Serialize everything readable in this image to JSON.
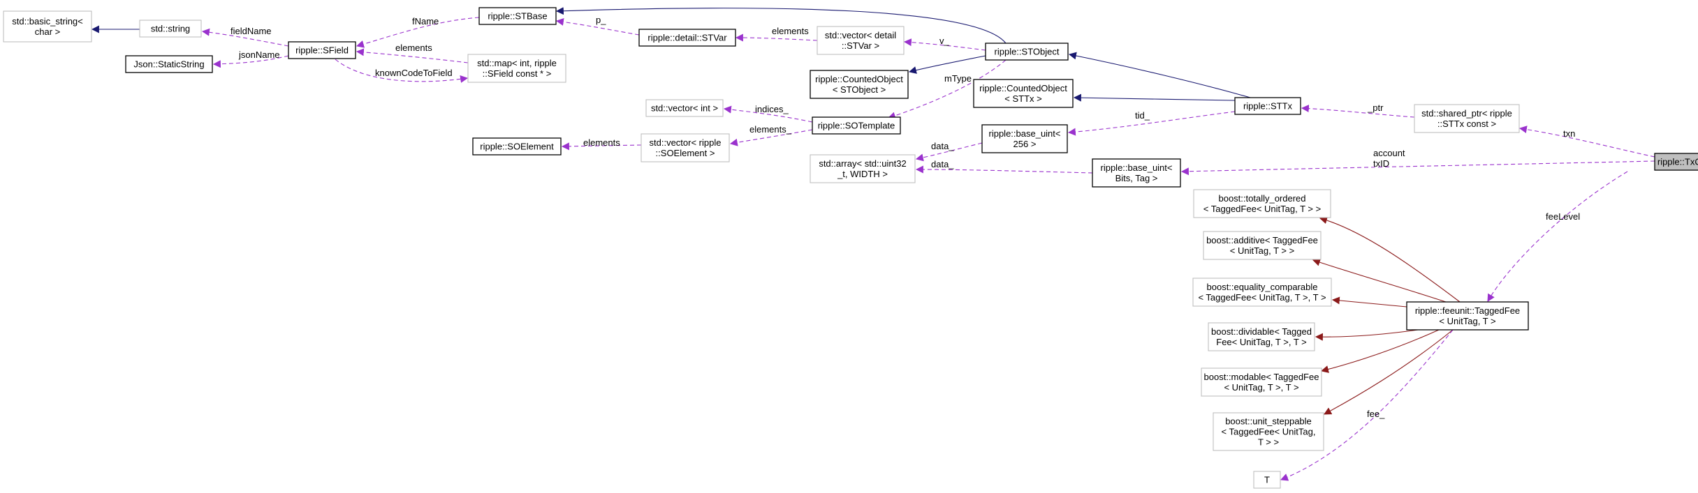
{
  "colors": {
    "inheritance": "#191970",
    "template_inheritance": "#8b1a1a",
    "usage": "#9a32cd",
    "focus_fill": "#bfbfbf",
    "gray_border": "#bfbfbf"
  },
  "nodes": [
    {
      "id": "basic_string",
      "style": "gray",
      "lines": [
        "std::basic_string<",
        "char >"
      ]
    },
    {
      "id": "std_string",
      "style": "gray",
      "lines": [
        "std::string"
      ]
    },
    {
      "id": "sfield",
      "style": "normal",
      "lines": [
        "ripple::SField"
      ]
    },
    {
      "id": "staticstring",
      "style": "normal",
      "lines": [
        "Json::StaticString"
      ]
    },
    {
      "id": "stbase",
      "style": "normal",
      "lines": [
        "ripple::STBase"
      ]
    },
    {
      "id": "stvar",
      "style": "normal",
      "lines": [
        "ripple::detail::STVar"
      ]
    },
    {
      "id": "vec_stvar",
      "style": "gray",
      "lines": [
        "std::vector< detail",
        "::STVar >"
      ]
    },
    {
      "id": "map_sfield",
      "style": "gray",
      "lines": [
        "std::map< int, ripple",
        "::SField const * >"
      ]
    },
    {
      "id": "stobject",
      "style": "normal",
      "lines": [
        "ripple::STObject"
      ]
    },
    {
      "id": "counted_stobject",
      "style": "normal",
      "lines": [
        "ripple::CountedObject",
        "< STObject >"
      ]
    },
    {
      "id": "counted_sttx",
      "style": "normal",
      "lines": [
        "ripple::CountedObject",
        "< STTx >"
      ]
    },
    {
      "id": "sttx",
      "style": "normal",
      "lines": [
        "ripple::STTx"
      ]
    },
    {
      "id": "shared_ptr",
      "style": "gray",
      "lines": [
        "std::shared_ptr< ripple",
        "::STTx const >"
      ]
    },
    {
      "id": "maybetx",
      "style": "focus",
      "lines": [
        "ripple::TxQ::MaybeTx"
      ]
    },
    {
      "id": "vec_int",
      "style": "gray",
      "lines": [
        "std::vector< int >"
      ]
    },
    {
      "id": "sotemplate",
      "style": "normal",
      "lines": [
        "ripple::SOTemplate"
      ]
    },
    {
      "id": "soelement",
      "style": "normal",
      "lines": [
        "ripple::SOElement"
      ]
    },
    {
      "id": "vec_soelement",
      "style": "gray",
      "lines": [
        "std::vector< ripple",
        "::SOElement >"
      ]
    },
    {
      "id": "base_uint256",
      "style": "normal",
      "lines": [
        "ripple::base_uint<",
        "256 >"
      ]
    },
    {
      "id": "std_array",
      "style": "gray",
      "lines": [
        "std::array< std::uint32",
        "_t, WIDTH >"
      ]
    },
    {
      "id": "base_uint_bits",
      "style": "normal",
      "lines": [
        "ripple::base_uint<",
        "Bits, Tag >"
      ]
    },
    {
      "id": "totally_ordered",
      "style": "gray",
      "lines": [
        "boost::totally_ordered",
        "< TaggedFee< UnitTag, T > >"
      ]
    },
    {
      "id": "additive",
      "style": "gray",
      "lines": [
        "boost::additive< TaggedFee",
        "< UnitTag, T > >"
      ]
    },
    {
      "id": "equality_comparable",
      "style": "gray",
      "lines": [
        "boost::equality_comparable",
        "< TaggedFee< UnitTag, T >, T >"
      ]
    },
    {
      "id": "dividable",
      "style": "gray",
      "lines": [
        "boost::dividable< Tagged",
        "Fee< UnitTag, T >, T >"
      ]
    },
    {
      "id": "modable",
      "style": "gray",
      "lines": [
        "boost::modable< TaggedFee",
        "< UnitTag, T >, T >"
      ]
    },
    {
      "id": "unit_steppable",
      "style": "gray",
      "lines": [
        "boost::unit_steppable",
        "< TaggedFee< UnitTag,",
        "T > >"
      ]
    },
    {
      "id": "taggedfee",
      "style": "normal",
      "lines": [
        "ripple::feeunit::TaggedFee",
        "< UnitTag, T >"
      ]
    },
    {
      "id": "t_node",
      "style": "gray",
      "lines": [
        "T"
      ]
    }
  ],
  "edges": [
    {
      "id": "e_string_basic",
      "kind": "inheritance",
      "label": ""
    },
    {
      "id": "e_sfield_string",
      "kind": "usage",
      "label": "fieldName"
    },
    {
      "id": "e_sfield_static",
      "kind": "usage",
      "label": "jsonName"
    },
    {
      "id": "e_stbase_sfield",
      "kind": "usage",
      "label": "fName"
    },
    {
      "id": "e_map_sfield",
      "kind": "usage",
      "label": "elements"
    },
    {
      "id": "e_sfield_map",
      "kind": "usage",
      "label": "knownCodeToField"
    },
    {
      "id": "e_stvar_stbase",
      "kind": "usage",
      "label": "p_"
    },
    {
      "id": "e_vec_stvar",
      "kind": "usage",
      "label": "elements"
    },
    {
      "id": "e_stobject_vec",
      "kind": "usage",
      "label": "v_"
    },
    {
      "id": "e_stobject_stbase",
      "kind": "inheritance",
      "label": ""
    },
    {
      "id": "e_stobject_counted",
      "kind": "inheritance",
      "label": ""
    },
    {
      "id": "e_stobject_sotemplate",
      "kind": "usage",
      "label": "mType"
    },
    {
      "id": "e_sttx_stobject",
      "kind": "inheritance",
      "label": ""
    },
    {
      "id": "e_sttx_counted",
      "kind": "inheritance",
      "label": ""
    },
    {
      "id": "e_sttx_base256",
      "kind": "usage",
      "label": "tid_"
    },
    {
      "id": "e_shared_sttx",
      "kind": "usage",
      "label": "_ptr"
    },
    {
      "id": "e_maybetx_shared",
      "kind": "usage",
      "label": "txn"
    },
    {
      "id": "e_maybetx_baseuint",
      "kind": "usage",
      "label": "account\ntxID"
    },
    {
      "id": "e_maybetx_taggedfee",
      "kind": "usage",
      "label": "feeLevel"
    },
    {
      "id": "e_sotemplate_vecint",
      "kind": "usage",
      "label": "indices_"
    },
    {
      "id": "e_sotemplate_vecsoe",
      "kind": "usage",
      "label": "elements_"
    },
    {
      "id": "e_vecsoe_soelement",
      "kind": "usage",
      "label": "elements"
    },
    {
      "id": "e_base256_array",
      "kind": "usage",
      "label": "data_"
    },
    {
      "id": "e_baseuint_array",
      "kind": "usage",
      "label": "data_"
    },
    {
      "id": "e_tf_totally",
      "kind": "template_inheritance",
      "label": ""
    },
    {
      "id": "e_tf_additive",
      "kind": "template_inheritance",
      "label": ""
    },
    {
      "id": "e_tf_equality",
      "kind": "template_inheritance",
      "label": ""
    },
    {
      "id": "e_tf_dividable",
      "kind": "template_inheritance",
      "label": ""
    },
    {
      "id": "e_tf_modable",
      "kind": "template_inheritance",
      "label": ""
    },
    {
      "id": "e_tf_unit",
      "kind": "template_inheritance",
      "label": ""
    },
    {
      "id": "e_tf_t",
      "kind": "usage",
      "label": "fee_"
    }
  ]
}
